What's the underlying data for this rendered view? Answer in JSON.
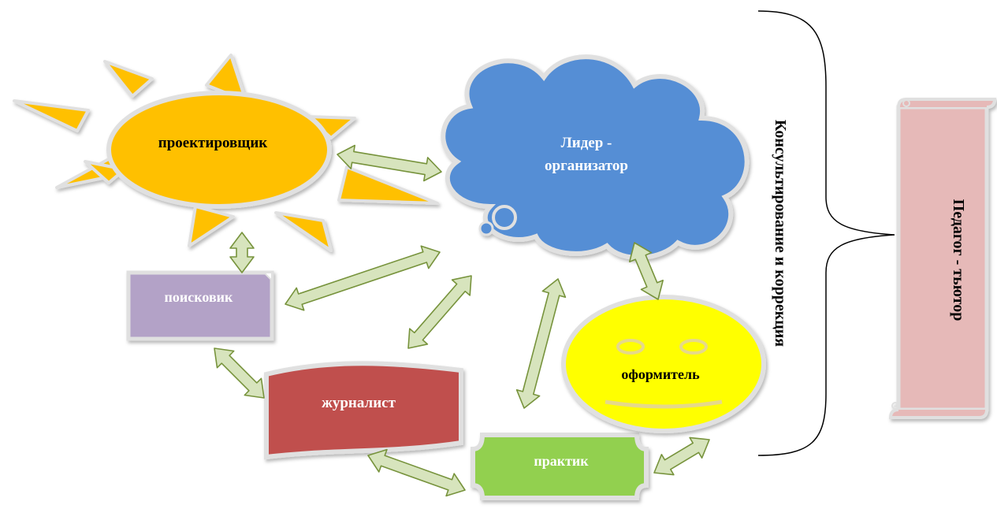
{
  "nodes": {
    "designer": "проектировщик",
    "leader_line1": "Лидер -",
    "leader_line2": "организатор",
    "searcher": "поисковик",
    "journalist": "журналист",
    "practitioner": "практик",
    "decorator": "оформитель"
  },
  "bracket_label": "Консультирование и коррекция",
  "tutor_label": "Педагог - тьютор",
  "colors": {
    "sun": "#FFC000",
    "cloud": "#558ED5",
    "searcher": "#B3A2C7",
    "journalist": "#C0504D",
    "practitioner": "#92D050",
    "smiley": "#FFFF00",
    "tutor": "#E6B9B8",
    "arrow_fill": "#D7E4BD",
    "arrow_stroke": "#77933C"
  }
}
